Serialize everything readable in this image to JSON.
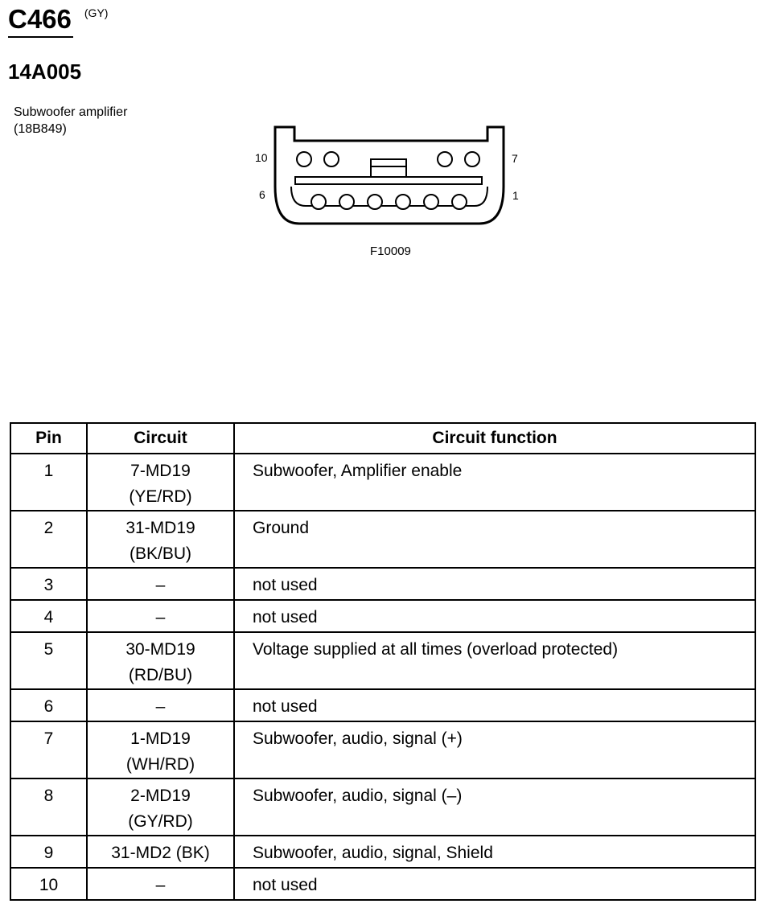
{
  "connector": {
    "id": "C466",
    "color_code": "(GY)",
    "part_number": "14A005",
    "component_name": "Subwoofer amplifier",
    "component_code": "(18B849)",
    "figure_id": "F10009",
    "pin_labels": {
      "top_left": "10",
      "top_right": "7",
      "bottom_left": "6",
      "bottom_right": "1"
    }
  },
  "table": {
    "headers": {
      "pin": "Pin",
      "circuit": "Circuit",
      "function": "Circuit function"
    },
    "rows": [
      {
        "pin": "1",
        "circuit": "7-MD19",
        "wire": "(YE/RD)",
        "function": "Subwoofer, Amplifier enable"
      },
      {
        "pin": "2",
        "circuit": "31-MD19",
        "wire": "(BK/BU)",
        "function": "Ground"
      },
      {
        "pin": "3",
        "circuit": "–",
        "wire": "",
        "function": "not used"
      },
      {
        "pin": "4",
        "circuit": "–",
        "wire": "",
        "function": "not used"
      },
      {
        "pin": "5",
        "circuit": "30-MD19",
        "wire": "(RD/BU)",
        "function": "Voltage supplied at all times (overload protected)"
      },
      {
        "pin": "6",
        "circuit": "–",
        "wire": "",
        "function": "not used"
      },
      {
        "pin": "7",
        "circuit": "1-MD19",
        "wire": "(WH/RD)",
        "function": "Subwoofer, audio, signal (+)"
      },
      {
        "pin": "8",
        "circuit": "2-MD19",
        "wire": "(GY/RD)",
        "function": "Subwoofer, audio, signal (–)"
      },
      {
        "pin": "9",
        "circuit": "31-MD2 (BK)",
        "wire": "",
        "function": "Subwoofer, audio, signal, Shield"
      },
      {
        "pin": "10",
        "circuit": "–",
        "wire": "",
        "function": "not used"
      }
    ]
  }
}
